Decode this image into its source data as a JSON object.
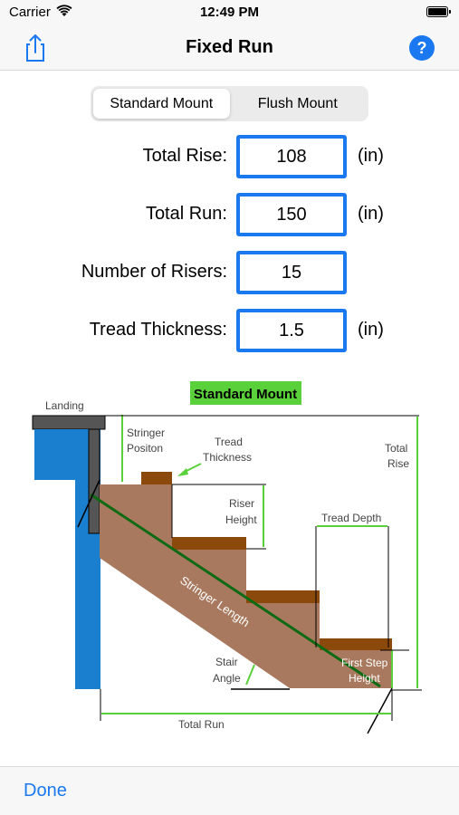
{
  "status_bar": {
    "carrier": "Carrier",
    "time": "12:49 PM"
  },
  "nav": {
    "title": "Fixed Run",
    "help_label": "?"
  },
  "mount_segments": [
    {
      "label": "Standard Mount",
      "selected": true
    },
    {
      "label": "Flush Mount",
      "selected": false
    }
  ],
  "fields": {
    "total_rise": {
      "label": "Total Rise:",
      "value": "108",
      "unit": "(in)"
    },
    "total_run": {
      "label": "Total Run:",
      "value": "150",
      "unit": "(in)"
    },
    "risers": {
      "label": "Number of Risers:",
      "value": "15"
    },
    "tread_thickness": {
      "label": "Tread Thickness:",
      "value": "1.5",
      "unit": "(in)"
    }
  },
  "diagram": {
    "title": "Standard Mount",
    "labels": {
      "landing": "Landing",
      "stringer_position_1": "Stringer",
      "stringer_position_2": "Positon",
      "tread_thickness_1": "Tread",
      "tread_thickness_2": "Thickness",
      "riser_height_1": "Riser",
      "riser_height_2": "Height",
      "total_rise_1": "Total",
      "total_rise_2": "Rise",
      "tread_depth": "Tread Depth",
      "stringer_length": "Stringer Length",
      "stair_angle_1": "Stair",
      "stair_angle_2": "Angle",
      "first_step_1": "First Step",
      "first_step_2": "Height",
      "total_run": "Total Run"
    },
    "colors": {
      "stringer": "#a8795e",
      "tread": "#8b4a0b",
      "measure": "#5ad03a",
      "post": "#1b7fd0",
      "title_bg": "#5ad03a"
    }
  },
  "toolbar": {
    "done_label": "Done"
  }
}
